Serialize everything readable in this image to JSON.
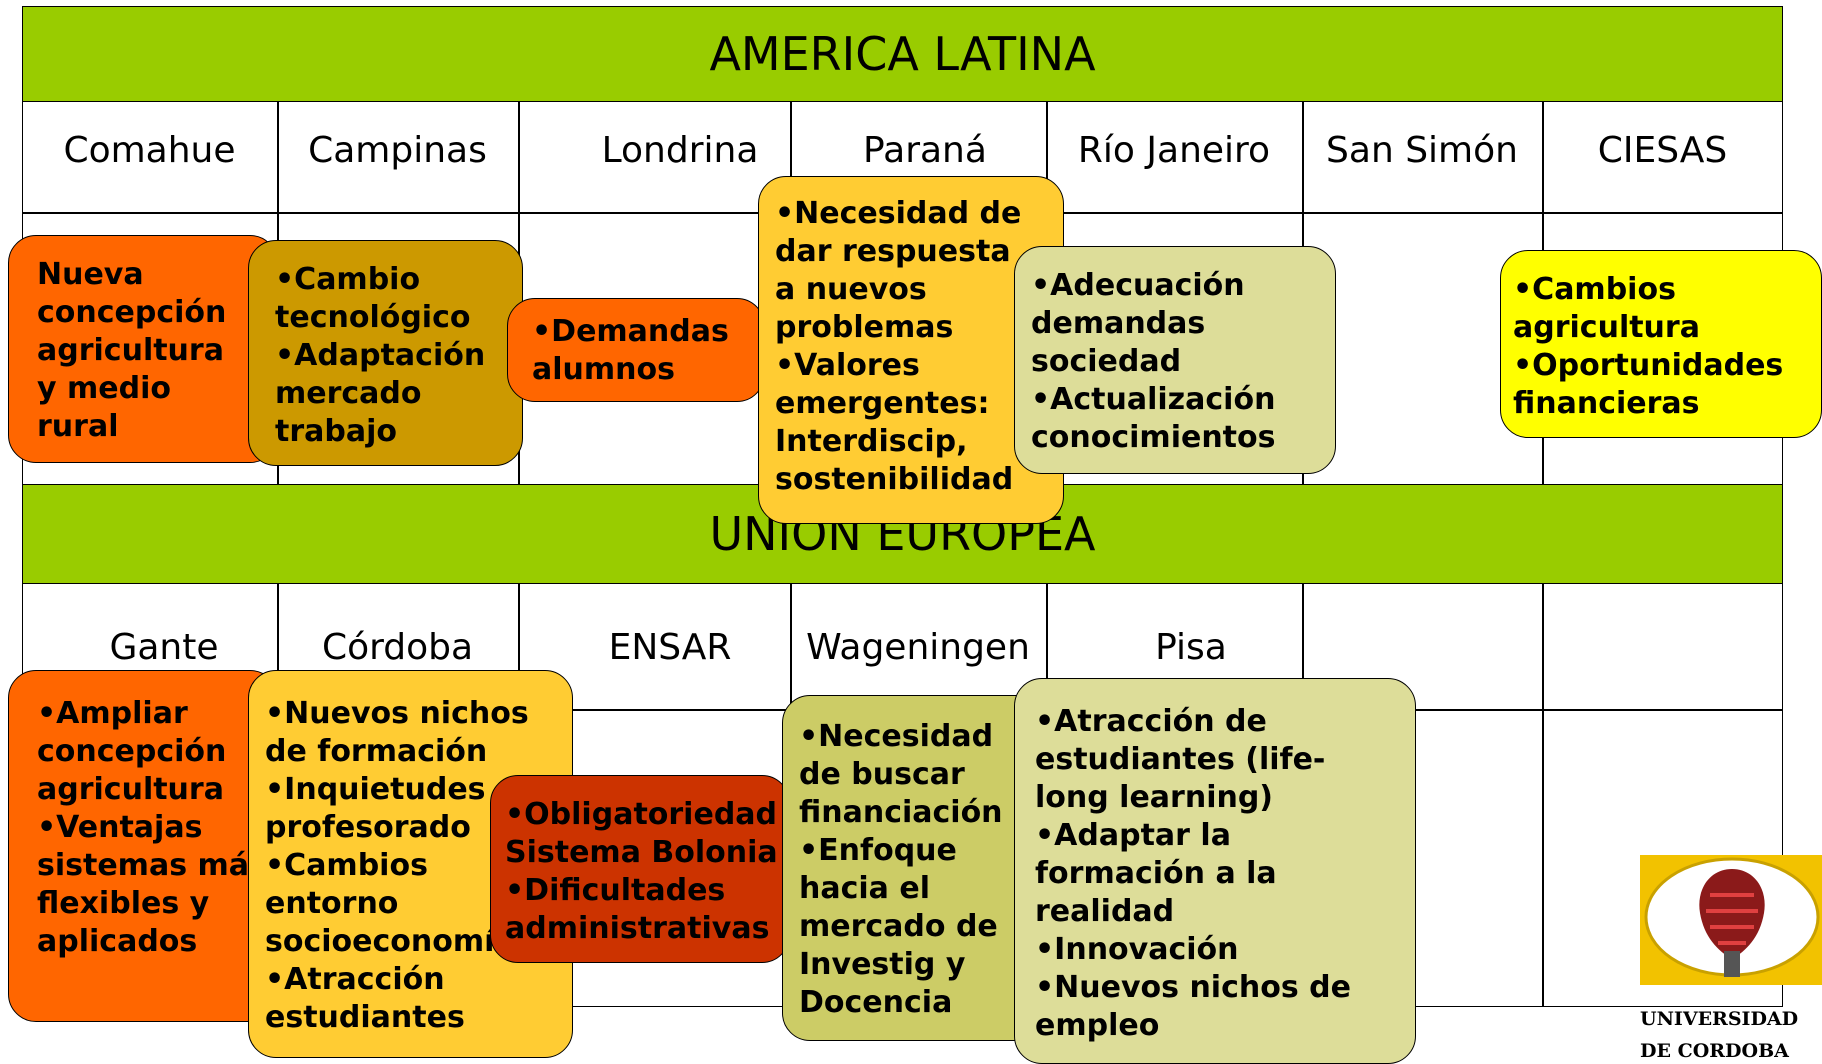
{
  "band_top": "AMERICA LATINA",
  "band_bottom": "UNION EUROPEA",
  "latam_columns": [
    "Comahue",
    "Campinas",
    "Londrina",
    "Paraná",
    "Río Janeiro",
    "San Simón",
    "CIESAS"
  ],
  "eu_columns": [
    "Gante",
    "Córdoba",
    "ENSAR",
    "Wageningen",
    "Pisa"
  ],
  "boxes": {
    "comahue": [
      "Nueva",
      "concepción",
      "agricultura",
      "y medio",
      "rural"
    ],
    "campinas": [
      "•Cambio",
      "tecnológico",
      "•Adaptación",
      "mercado",
      "trabajo"
    ],
    "londrina": [
      "•Demandas",
      "alumnos"
    ],
    "parana": [
      "•Necesidad de",
      "dar respuesta",
      "a nuevos",
      "problemas",
      "•Valores",
      "emergentes:",
      "Interdiscip,",
      "sostenibilidad"
    ],
    "rio": [
      "•Adecuación",
      "demandas",
      "sociedad",
      "•Actualización",
      "conocimientos"
    ],
    "ciesas": [
      "•Cambios",
      "agricultura",
      "•Oportunidades",
      "financieras"
    ],
    "gante": [
      "•Ampliar",
      "concepción",
      "agricultura",
      "•Ventajas",
      "sistemas más",
      "flexibles y",
      "aplicados"
    ],
    "cordoba": [
      "•Nuevos nichos",
      "de formación",
      "•Inquietudes",
      "profesorado",
      "•Cambios",
      "entorno",
      "socioeconomía",
      "•Atracción",
      "estudiantes"
    ],
    "ensar": [
      "•Obligatoriedad",
      "Sistema Bolonia",
      "•Dificultades",
      "administrativas"
    ],
    "wageningen": [
      "•Necesidad",
      "de buscar",
      "financiación",
      "•Enfoque",
      "hacia el",
      "mercado de",
      "Investig y",
      "Docencia"
    ],
    "pisa": [
      "•Atracción de",
      "estudiantes (life-",
      "long learning)",
      "•Adaptar la",
      "formación a la",
      "realidad",
      "•Innovación",
      "•Nuevos nichos de",
      "empleo"
    ]
  },
  "logo_text": [
    "UNIVERSIDAD",
    "DE  CORDOBA"
  ],
  "colors": {
    "band": "#99cc00",
    "orange": "#ff6600",
    "ochre": "#cc9900",
    "gold": "#ffcc33",
    "khaki": "#dddd99",
    "yellow": "#ffff00",
    "rust": "#cc3300",
    "olive": "#cccc66"
  }
}
